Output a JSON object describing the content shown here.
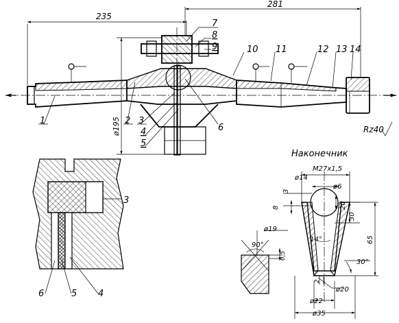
{
  "main_view": {
    "dims": {
      "d235": "235",
      "d281": "281",
      "d195": "ø195"
    },
    "part_labels": [
      "1",
      "2",
      "3",
      "4",
      "5",
      "6",
      "7",
      "8",
      "9",
      "10",
      "11",
      "12",
      "13",
      "14"
    ],
    "roughness": "Rz40"
  },
  "detail_view": {
    "labels": [
      "3",
      "6",
      "5",
      "4"
    ]
  },
  "tip_view": {
    "title": "Наконечник",
    "dims": {
      "thread": "M27x1,5",
      "d14": "ø14",
      "d6": "ø6",
      "d3": "3",
      "d8": "8",
      "d20v": "20",
      "d30": "30",
      "d65": "65",
      "d19": "ø19",
      "a90": "90°",
      "d05": "0,5",
      "a14": "14°",
      "a30": "30°",
      "d2": "2",
      "d20": "ø20",
      "d22": "ø22",
      "d35": "ø35"
    }
  }
}
